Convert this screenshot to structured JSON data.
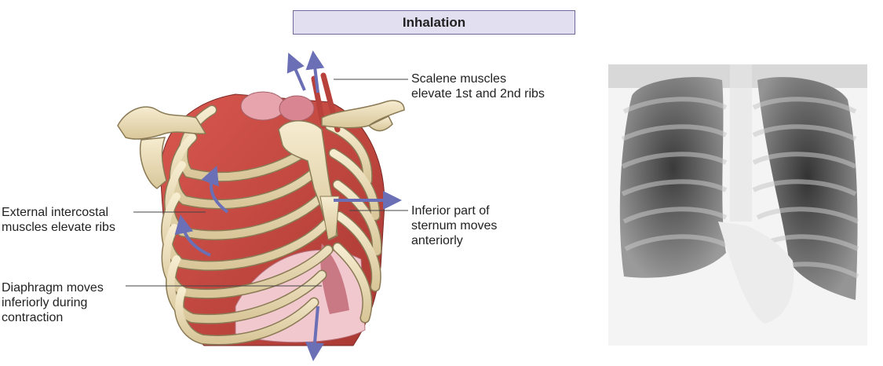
{
  "title": "Inhalation",
  "labels": {
    "scalene": [
      "Scalene muscles",
      "elevate 1st and 2nd ribs"
    ],
    "external_intercostal": [
      "External intercostal",
      "muscles elevate ribs"
    ],
    "sternum": [
      "Inferior part of",
      "sternum moves",
      "anteriorly"
    ],
    "diaphragm": [
      "Diaphragm moves",
      "inferiorly during",
      "contraction"
    ]
  },
  "colors": {
    "arrow": "#6b6fb5",
    "muscle": "#c9453f",
    "bone": "#efe2bd",
    "lung_pink": "#e7a4ad",
    "title_bg": "#e2dff0"
  }
}
